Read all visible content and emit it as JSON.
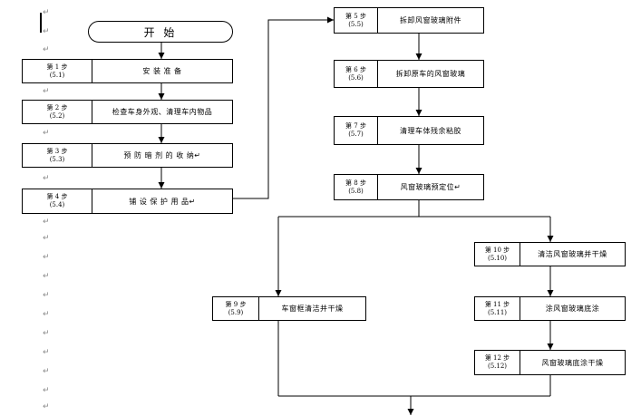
{
  "start_label": "开 始",
  "paragraph_mark": "↵",
  "steps": [
    {
      "id": "1",
      "step": "第 1 步",
      "ref": "(5.1)",
      "task": "安 装 准 备"
    },
    {
      "id": "2",
      "step": "第 2 步",
      "ref": "(5.2)",
      "task": "检查车身外观、清理车内物品"
    },
    {
      "id": "3",
      "step": "第 3 步",
      "ref": "(5.3)",
      "task": "预 防 暗 剂 的 收 纳↵"
    },
    {
      "id": "4",
      "step": "第 4 步",
      "ref": "(5.4)",
      "task": "铺 设 保 护 用 品↵"
    },
    {
      "id": "5",
      "step": "第 5 步",
      "ref": "(5.5)",
      "task": "拆卸风窗玻璃附件"
    },
    {
      "id": "6",
      "step": "第 6 步",
      "ref": "(5.6)",
      "task": "拆卸原车的风窗玻璃"
    },
    {
      "id": "7",
      "step": "第 7 步",
      "ref": "(5.7)",
      "task": "清理车体残余粘胶"
    },
    {
      "id": "8",
      "step": "第 8 步",
      "ref": "(5.8)",
      "task": "风窗玻璃预定位↵"
    },
    {
      "id": "9",
      "step": "第 9 步",
      "ref": "(5.9)",
      "task": "车窗框清洁并干燥"
    },
    {
      "id": "10",
      "step": "第 10 步",
      "ref": "(5.10)",
      "task": "清洁风窗玻璃并干燥"
    },
    {
      "id": "11",
      "step": "第 11 步",
      "ref": "(5.11)",
      "task": "涂风窗玻璃底涂"
    },
    {
      "id": "12",
      "step": "第 12 步",
      "ref": "(5.12)",
      "task": "风窗玻璃底涂干燥"
    }
  ]
}
